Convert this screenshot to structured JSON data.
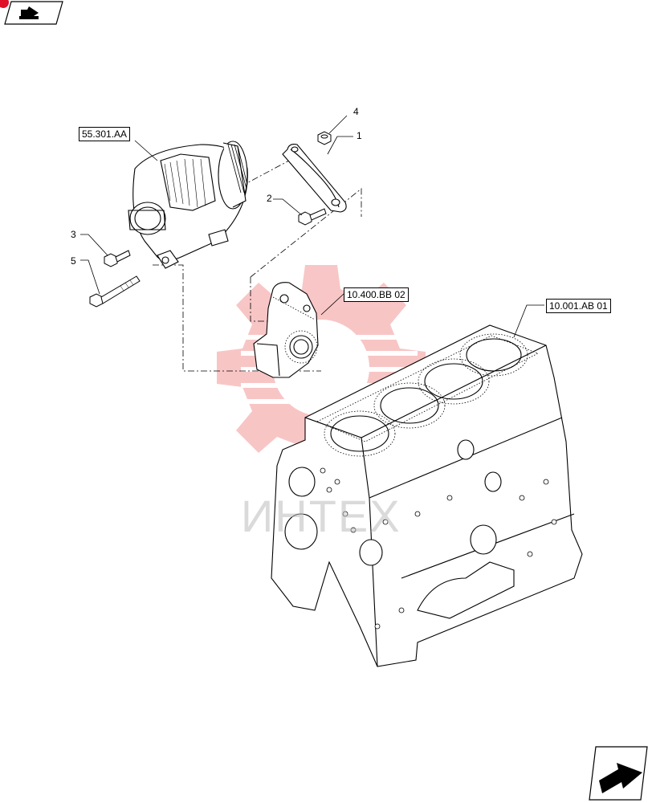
{
  "references": {
    "alternator": "55.301.AA",
    "bracket": "10.400.BB 02",
    "engine_block": "10.001.AB 01"
  },
  "callouts": {
    "belt_plate": "1",
    "plate_bolt": "2",
    "alt_bolt_short": "3",
    "nut": "4",
    "alt_bolt_long": "5"
  },
  "watermark_text": "ИНТЕХ",
  "icons": {
    "top_left": "book-arrow-icon",
    "bottom_right": "next-page-arrow-icon"
  },
  "colors": {
    "watermark": "#f2a0a0",
    "accent": "#e0102a"
  }
}
